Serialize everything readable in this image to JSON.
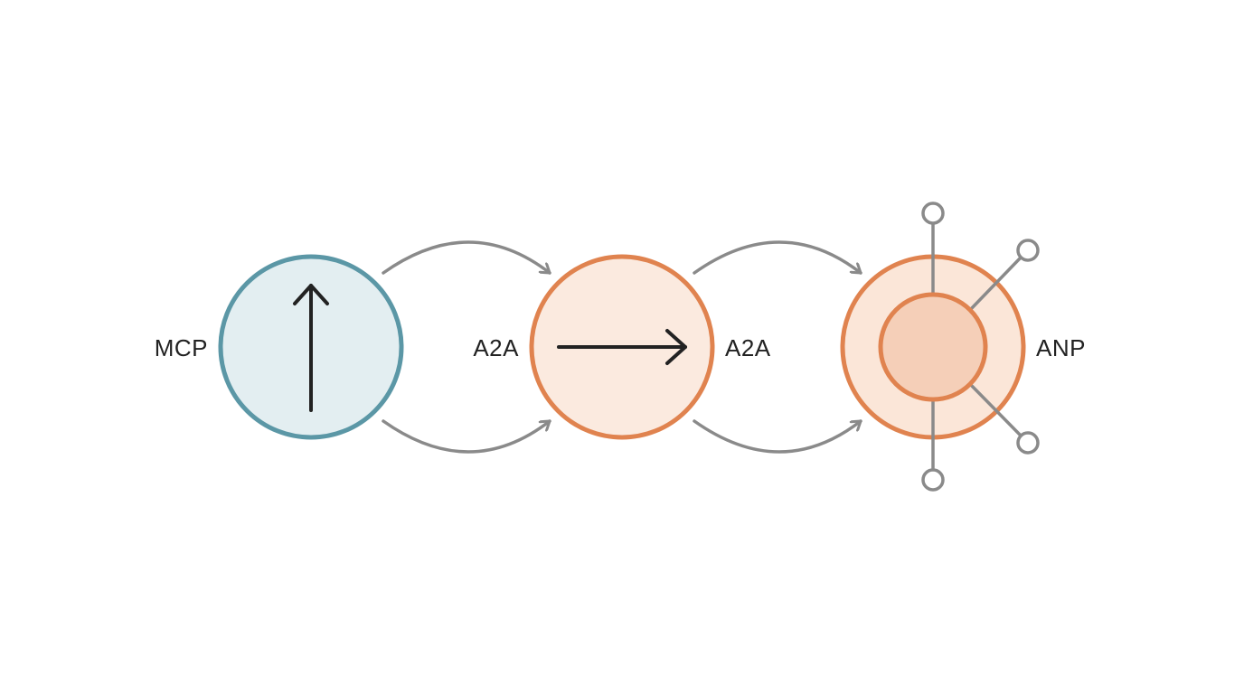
{
  "labels": {
    "mcp": "MCP",
    "a2a_left": "A2A",
    "a2a_right": "A2A",
    "anp": "ANP"
  },
  "colors": {
    "background": "#ffffff",
    "mcp_stroke": "#5b97a6",
    "mcp_fill": "#e3eef1",
    "a2a_stroke": "#e0834f",
    "a2a_fill": "#fbeadf",
    "anp_outer_fill": "#fbe6d8",
    "anp_inner_fill": "#f5cfb8",
    "connector": "#8a8a8a",
    "glyph": "#222222"
  }
}
